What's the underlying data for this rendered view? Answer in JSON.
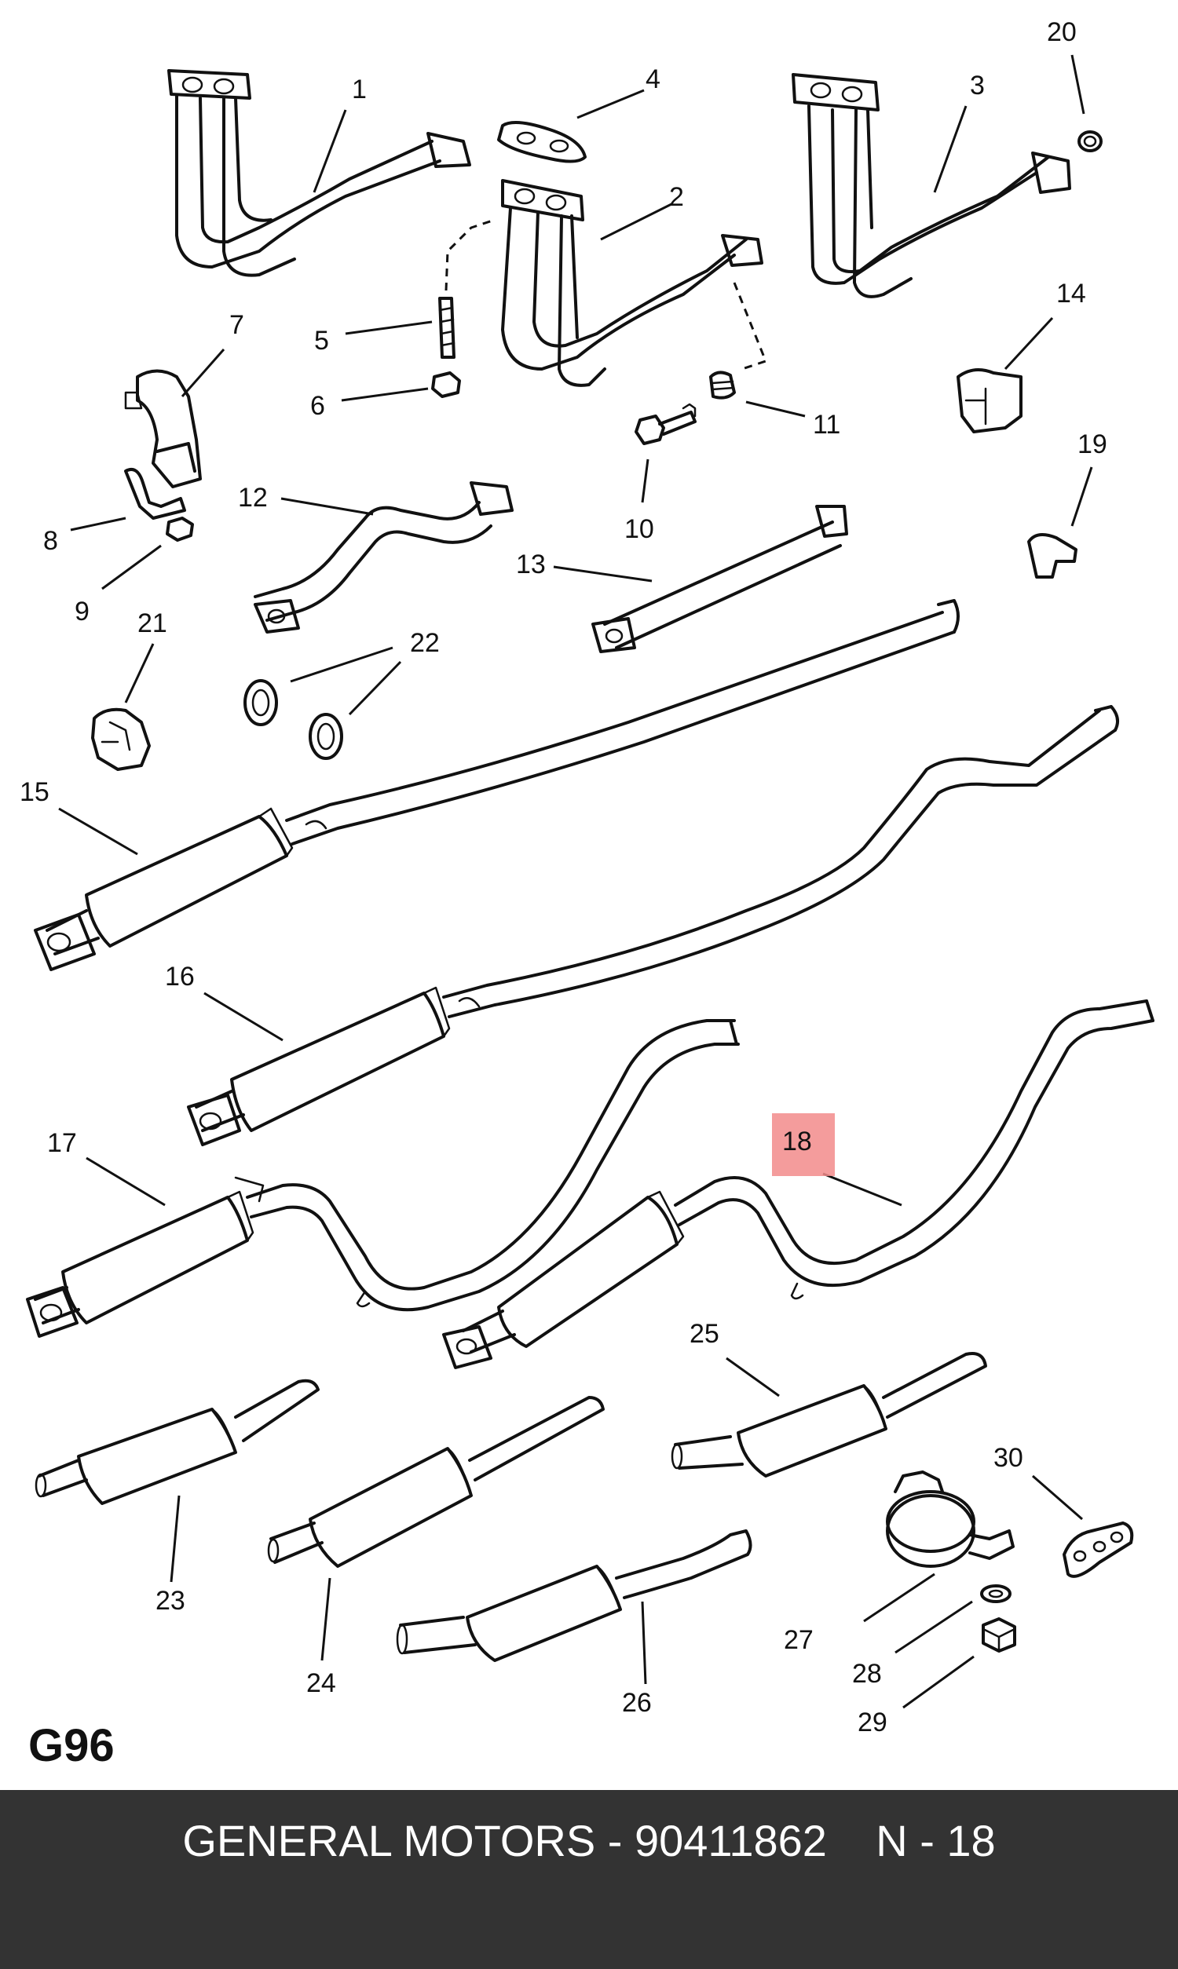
{
  "diagram": {
    "callouts": [
      "1",
      "2",
      "3",
      "4",
      "5",
      "6",
      "7",
      "8",
      "9",
      "10",
      "11",
      "12",
      "13",
      "14",
      "15",
      "16",
      "17",
      "18",
      "19",
      "20",
      "21",
      "22",
      "23",
      "24",
      "25",
      "26",
      "27",
      "28",
      "29",
      "30"
    ],
    "highlighted_callout": "18",
    "highlight_color": "#f28b8b",
    "catalog_code": "G96"
  },
  "footer": {
    "text": "GENERAL MOTORS - 90411862    N - 18",
    "background": "#333333",
    "text_color": "#ffffff"
  }
}
